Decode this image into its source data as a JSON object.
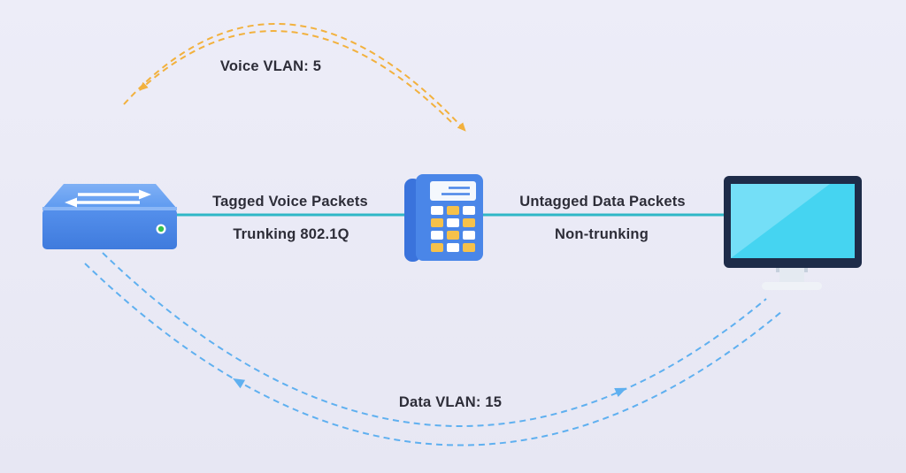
{
  "diagram": {
    "type": "network-topology",
    "background_color": "#e9e9f5",
    "text_color": "#2d2d38",
    "voice_path": {
      "label": "Voice VLAN: 5",
      "color": "#f2b13e",
      "style": "dashed-arc-bidirectional",
      "between": [
        "switch",
        "ip-phone"
      ]
    },
    "data_path": {
      "label": "Data VLAN: 15",
      "color": "#5fb0f0",
      "style": "dashed-arc-bidirectional",
      "between": [
        "switch",
        "computer"
      ]
    },
    "links": [
      {
        "from": "switch",
        "to": "ip-phone",
        "top_label": "Tagged Voice Packets",
        "bottom_label": "Trunking 802.1Q",
        "color": "#2fb7c7"
      },
      {
        "from": "ip-phone",
        "to": "computer",
        "top_label": "Untagged Data Packets",
        "bottom_label": "Non-trunking",
        "color": "#2fb7c7"
      }
    ],
    "icons": [
      {
        "name": "switch-icon"
      },
      {
        "name": "ip-phone-icon"
      },
      {
        "name": "monitor-icon"
      }
    ],
    "icon_colors": {
      "switch_top": "#6ba3f0",
      "switch_front": "#4a87e8",
      "led_green": "#35c24d",
      "phone_body": "#4a86e8",
      "phone_handset": "#3a73dc",
      "phone_key_yellow": "#f6c14a",
      "monitor_frame": "#1e2c49",
      "monitor_screen": "#45d4f1"
    }
  }
}
